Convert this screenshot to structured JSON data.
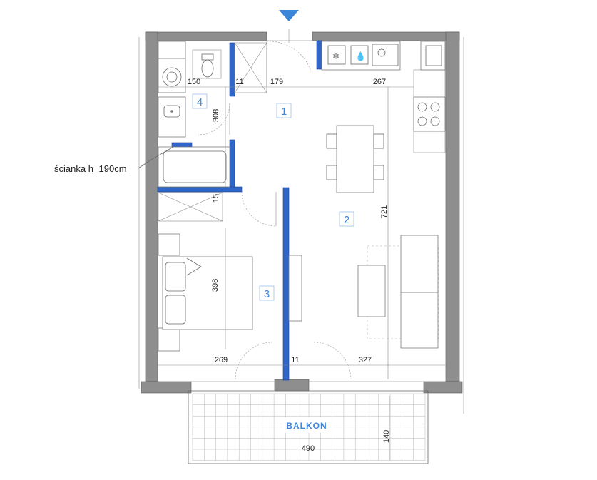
{
  "rooms": [
    {
      "number": "1"
    },
    {
      "number": "2"
    },
    {
      "number": "3"
    },
    {
      "number": "4"
    }
  ],
  "balcony": {
    "label": "BALKON",
    "width": "490",
    "depth": "140"
  },
  "note": {
    "text": "ścianka h=190cm"
  },
  "dimensions": {
    "bath_width": "150",
    "wall_a": "11",
    "hall_width": "179",
    "kitchen_width": "267",
    "bath_height": "308",
    "wall_b": "15",
    "living_height": "721",
    "bedroom_height": "398",
    "bedroom_width": "269",
    "wall_c": "11",
    "living_width": "327"
  },
  "colors": {
    "accent_blue": "#3b86d8",
    "partition_blue": "#2f66c9",
    "wall_grey": "#8e8e8e"
  }
}
